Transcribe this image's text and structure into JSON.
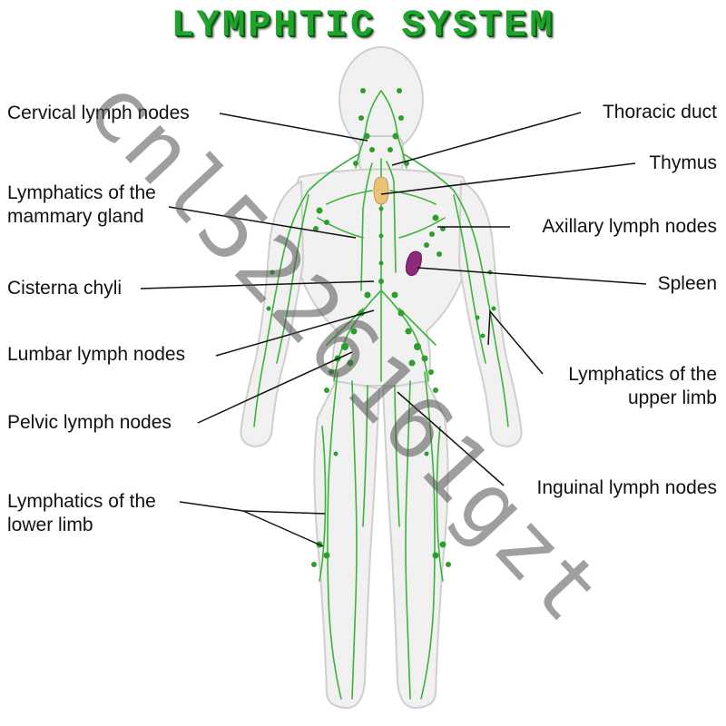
{
  "title": "LYMPHTIC SYSTEM",
  "labels": {
    "cervical": "Cervical lymph nodes",
    "mammary": [
      "Lymphatics of the",
      "mammary gland"
    ],
    "cisterna": "Cisterna chyli",
    "lumbar": "Lumbar lymph nodes",
    "pelvic": "Pelvic lymph nodes",
    "lower_limb": [
      "Lymphatics of the",
      "lower limb"
    ],
    "thoracic": "Thoracic duct",
    "thymus": "Thymus",
    "axillary": "Axillary lymph nodes",
    "spleen": "Spleen",
    "upper_limb": [
      "Lymphatics of the",
      "upper limb"
    ],
    "inguinal": "Inguinal lymph nodes"
  },
  "watermark": "cnl5226161gzt",
  "colors": {
    "title": "#1fa32a",
    "lymph": "#3cb43c",
    "node": "#2d9e2d",
    "body_fill": "#f1f1f1",
    "body_outline": "#cfcfcf",
    "thymus": "#e8c27a",
    "spleen": "#8e2a7a"
  }
}
